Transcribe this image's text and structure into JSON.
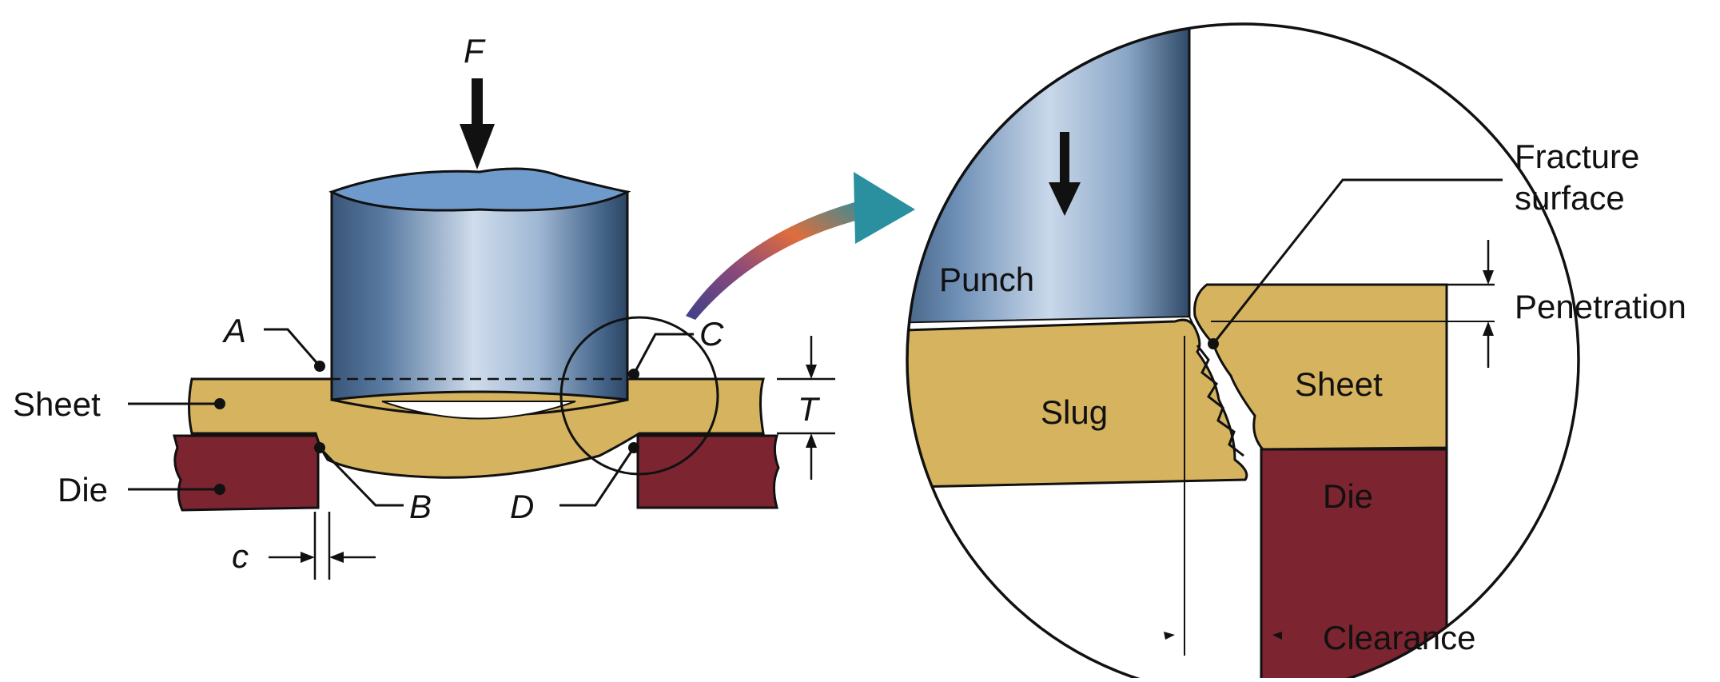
{
  "labels": {
    "force": "F",
    "point_a": "A",
    "point_b": "B",
    "point_c": "C",
    "point_d": "D",
    "sheet": "Sheet",
    "die": "Die",
    "clearance_symbol": "c",
    "thickness_symbol": "T",
    "punch": "Punch",
    "slug": "Slug",
    "sheet_detail": "Sheet",
    "die_detail": "Die",
    "fracture_line1": "Fracture",
    "fracture_line2": "surface",
    "penetration": "Penetration",
    "clearance": "Clearance"
  },
  "colors": {
    "sheet": "#d6b35e",
    "die": "#7c2430",
    "punch_dark": "#34506f",
    "punch_light": "#c9d8ea",
    "punch_top": "#6f9acc",
    "outline": "#111111",
    "arrow_teal": "#2a8f9e",
    "arrow_orange": "#e06d3c",
    "arrow_purple": "#4f3f7d"
  }
}
